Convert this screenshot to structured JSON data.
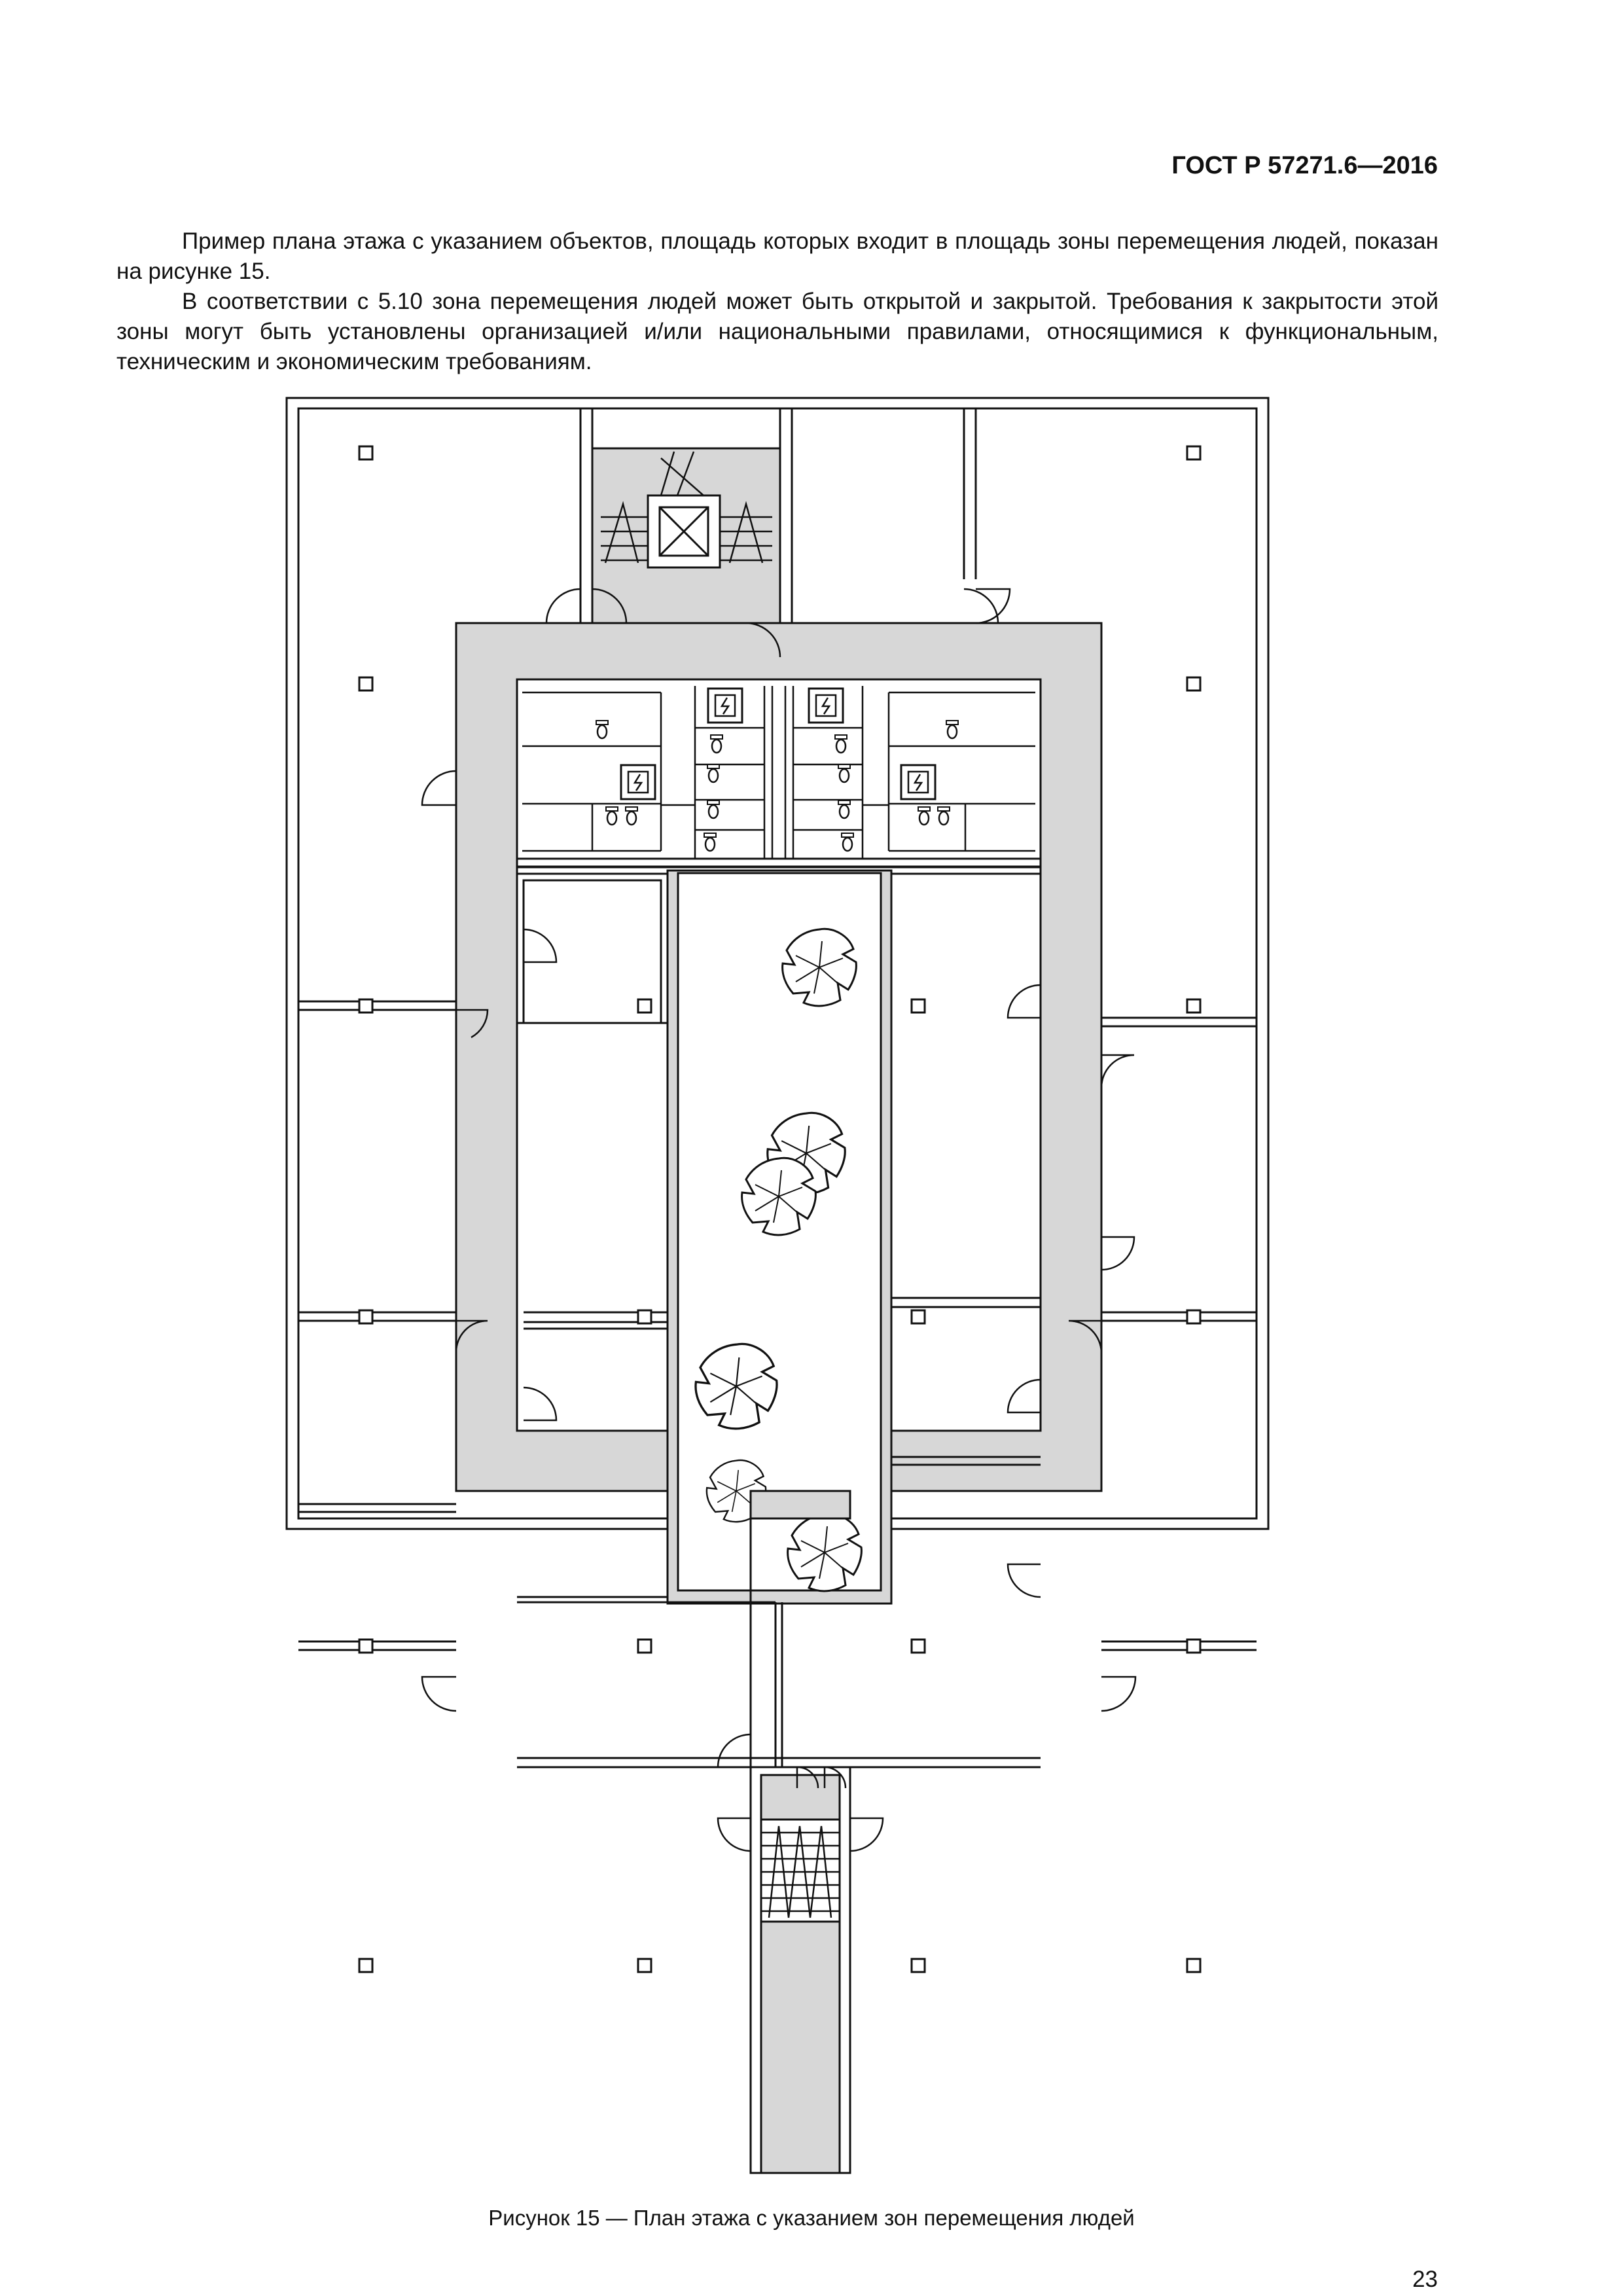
{
  "header": {
    "doc_code": "ГОСТ Р 57271.6—2016"
  },
  "paragraphs": [
    "Пример плана этажа с указанием объектов, площадь которых входит в площадь зоны перемещения людей, показан на рисунке 15.",
    "В соответствии с 5.10 зона перемещения людей может быть открытой и закрытой. Требования к закрытости этой зоны могут быть установлены организацией и/или национальными правилами, относящимися к функциональным, техническим и экономическим требованиям."
  ],
  "figure": {
    "caption": "Рисунок 15 — План этажа с указанием зон перемещения людей",
    "colors": {
      "circulation": "#d7d7d7",
      "line": "#111111",
      "background": "#ffffff"
    },
    "icons": [
      "elevator-icon",
      "stairs-icon",
      "electrical-panel-icon",
      "plant-icon",
      "column-icon",
      "toilet-icon",
      "door-swing-icon"
    ]
  },
  "footer": {
    "page_number": "23"
  }
}
